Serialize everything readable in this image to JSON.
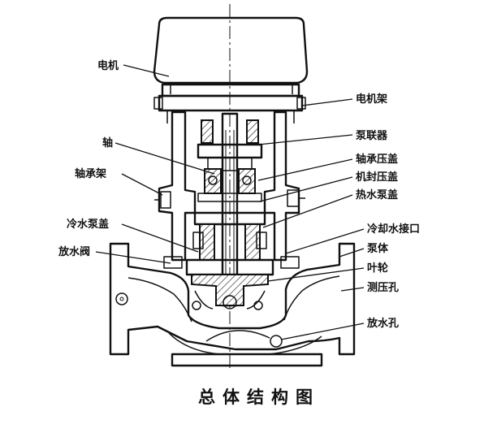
{
  "labels_left": {
    "motor": "电机",
    "shaft": "轴",
    "bearing_frame": "轴承架",
    "cold_water_cover": "冷水泵盖",
    "drain_valve": "放水阀"
  },
  "labels_right": {
    "motor_frame": "电机架",
    "coupling": "泵联器",
    "bearing_gland": "轴承压盖",
    "seal_gland": "机封压盖",
    "hot_water_cover": "热水泵盖",
    "cooling_water_inlet": "冷却水接口",
    "pump_body": "泵体",
    "impeller": "叶轮",
    "pressure_hole": "测压孔",
    "drain_hole": "放水孔"
  },
  "caption": "总体结构图"
}
